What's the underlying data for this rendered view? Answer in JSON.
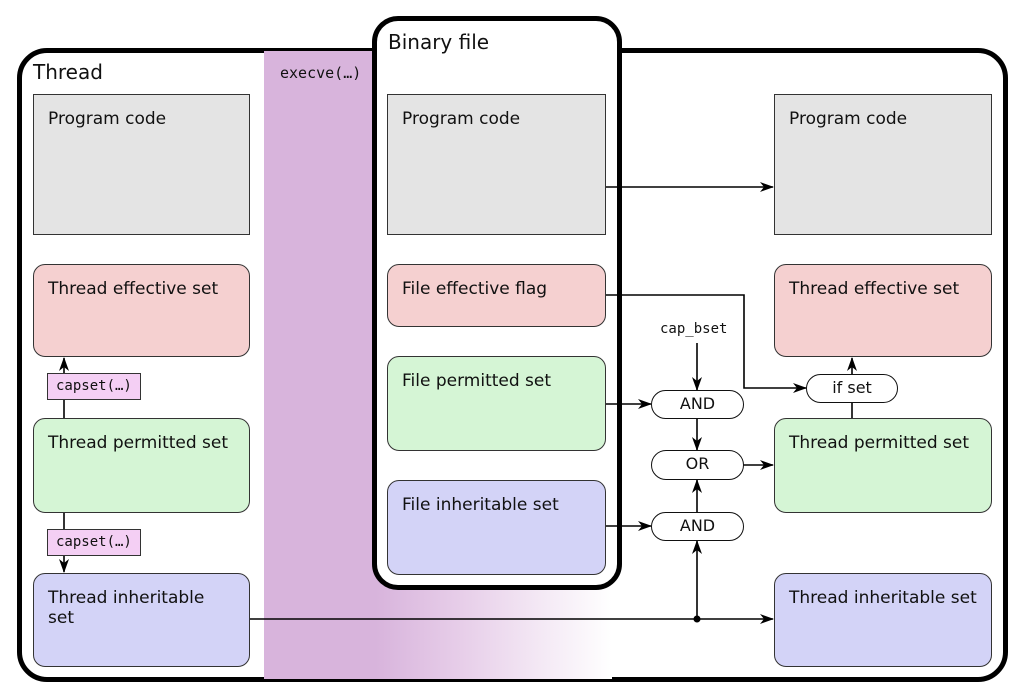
{
  "thread": {
    "title": "Thread"
  },
  "exec": {
    "label": "execve(…)"
  },
  "binary": {
    "title": "Binary file"
  },
  "left": {
    "program_code": "Program code",
    "effective": "Thread effective set",
    "permitted": "Thread permitted set",
    "inheritable": "Thread inheritable set",
    "capset_top": "capset(…)",
    "capset_bottom": "capset(…)"
  },
  "file": {
    "program_code": "Program code",
    "effective_flag": "File effective flag",
    "permitted": "File permitted set",
    "inheritable": "File inheritable set"
  },
  "right": {
    "program_code": "Program code",
    "effective": "Thread effective set",
    "permitted": "Thread permitted set",
    "inheritable": "Thread inheritable set"
  },
  "ops": {
    "cap_bset": "cap_bset",
    "and_top": "AND",
    "or": "OR",
    "and_bottom": "AND",
    "if_set": "if set"
  },
  "colors": {
    "code": "#e4e4e4",
    "effective": "#f5d0d0",
    "permitted": "#d5f5d5",
    "inheritable": "#d3d3f7",
    "capset": "#f4cff4",
    "exec_band": "#d8b4dc"
  }
}
